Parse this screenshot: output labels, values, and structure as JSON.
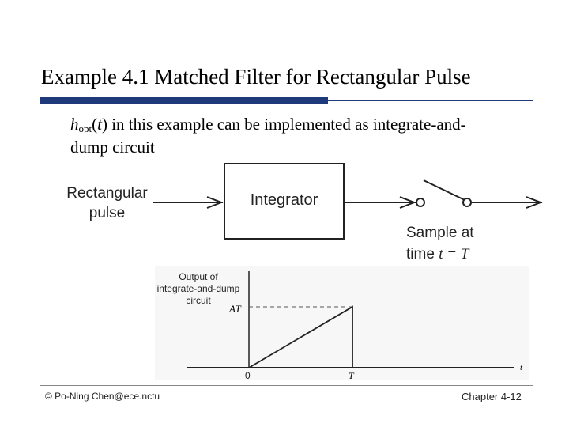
{
  "slide": {
    "title": "Example 4.1 Matched Filter for Rectangular Pulse",
    "accent_color": "#1f3a7a",
    "bullet": {
      "h": "h",
      "sub": "opt",
      "arg_open": "(",
      "t": "t",
      "arg_close": ")",
      "rest_line1": " in this example can be implemented as integrate-and-",
      "rest_line2": "dump circuit"
    }
  },
  "block_diagram": {
    "input_line1": "Rectangular",
    "input_line2": "pulse",
    "block_label": "Integrator",
    "sample_line1": "Sample at",
    "sample_line2_prefix": "time ",
    "sample_math": "t = T"
  },
  "output_plot": {
    "label_line1": "Output of",
    "label_line2": "integrate-and-dump",
    "label_line3": "circuit",
    "y_level_label": "AT",
    "x_origin_label": "0",
    "x_T_label": "T",
    "x_axis_label": "t"
  },
  "footer": {
    "left": "© Po-Ning Chen@ece.nctu",
    "right": "Chapter 4-12"
  }
}
